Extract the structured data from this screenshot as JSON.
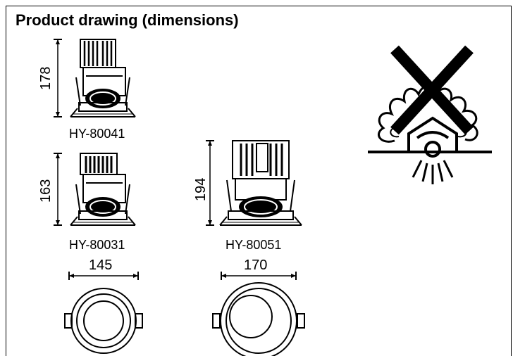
{
  "title": "Product drawing (dimensions)",
  "products": [
    {
      "model": "HY-80041",
      "height": "178"
    },
    {
      "model": "HY-80031",
      "height": "163"
    },
    {
      "model": "HY-80051",
      "height": "194"
    }
  ],
  "diameters": [
    "145",
    "170"
  ],
  "warning_icon": "no-insulation-cover-icon"
}
